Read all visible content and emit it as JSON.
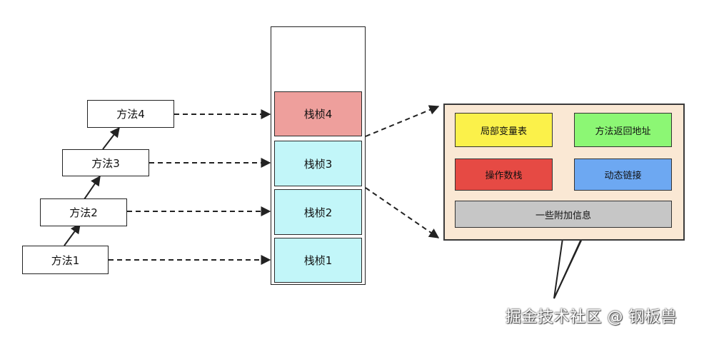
{
  "methods": [
    "方法1",
    "方法2",
    "方法3",
    "方法4"
  ],
  "frames": [
    "栈桢1",
    "栈桢2",
    "栈桢3",
    "栈桢4"
  ],
  "frame_details": {
    "local_vars": "局部变量表",
    "return_addr": "方法返回地址",
    "operand_stack": "操作数栈",
    "dynamic_link": "动态链接",
    "extra_info": "一些附加信息"
  },
  "colors": {
    "frame_active": "#ee9f9c",
    "frame_normal": "#c2f6f9",
    "detail_bg": "#fae8d4",
    "local_vars": "#fbf14a",
    "return_addr": "#8cf774",
    "operand_stack": "#e64a44",
    "dynamic_link": "#6da8f2",
    "extra_info": "#c6c6c6"
  },
  "watermark": "掘金技术社区 @ 钢板兽"
}
